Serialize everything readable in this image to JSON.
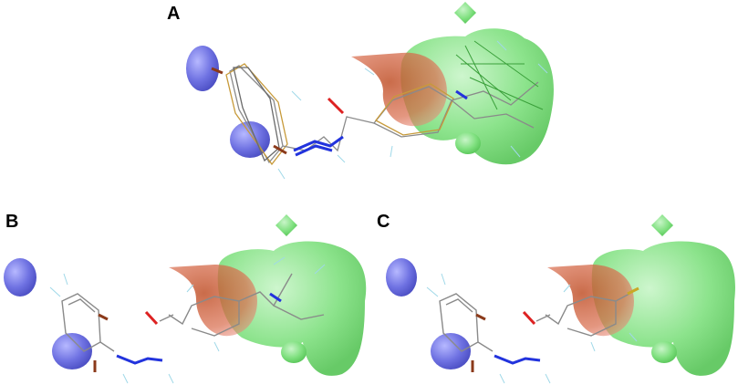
{
  "panels": [
    {
      "label": "A"
    },
    {
      "label": "B"
    },
    {
      "label": "C"
    }
  ],
  "colors": {
    "steric_green": "#7ee07e",
    "electro_red": "#e07070",
    "hydrophobic_blue": "#7478e6",
    "bond_blue": "#2233dd",
    "oxygen_red": "#dd2222",
    "bromine_brown": "#8b3a1a",
    "hydrogen_cyan": "#9fd8e8",
    "carbon_gray": "#7a7a7a"
  }
}
